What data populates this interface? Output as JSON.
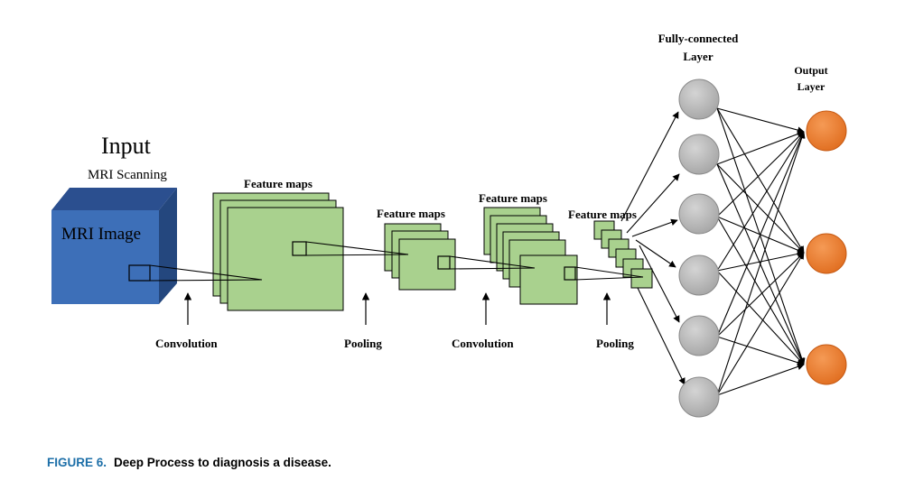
{
  "diagram": {
    "input_title": "Input",
    "input_subtitle": "MRI Scanning",
    "cube_label": "MRI Image",
    "feature_maps_label": "Feature maps",
    "ops": [
      "Convolution",
      "Pooling",
      "Convolution",
      "Pooling"
    ],
    "fc_label_line1": "Fully-connected",
    "fc_label_line2": "Layer",
    "output_label_line1": "Output",
    "output_label_line2": "Layer"
  },
  "caption": {
    "figure_number": "FIGURE 6.",
    "text": "Deep Process to diagnosis a disease."
  },
  "colors": {
    "cube_front": "#3d6fb8",
    "cube_top": "#2b4f8f",
    "cube_side": "#24477e",
    "feature_map_fill": "#a9d18e",
    "fc_node": "#b3b3b3",
    "output_node": "#ed7d31",
    "caption_accent": "#1d6fa8"
  }
}
